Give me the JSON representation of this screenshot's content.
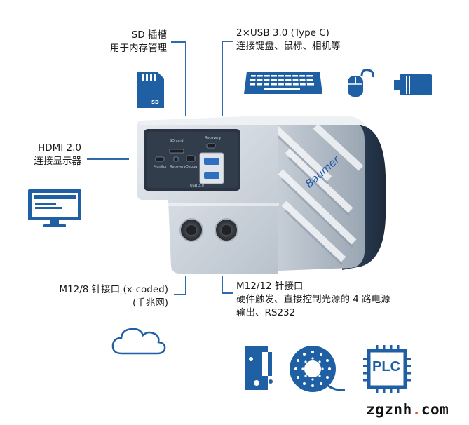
{
  "callouts": {
    "sd": {
      "line1": "SD 插槽",
      "line2": "用于内存管理"
    },
    "usb": {
      "line1": "2×USB 3.0 (Type C)",
      "line2": "连接键盘、鼠标、相机等"
    },
    "hdmi": {
      "line1": "HDMI 2.0",
      "line2": "连接显示器"
    },
    "m12_8": {
      "line1": "M12/8 针接口 (x-coded)",
      "line2": "(千兆网)"
    },
    "m12_12": {
      "line1": "M12/12 针接口",
      "line2": "硬件触发、直接控制光源的 4 路电源",
      "line3": "输出、RS232"
    }
  },
  "device": {
    "brand": "Baumer",
    "port_labels": {
      "sd": "SD card",
      "recovery": "Recovery",
      "monitor": "Monitor",
      "recovery2": "Recovery",
      "debug": "Debug",
      "usb": "USB 3.0"
    }
  },
  "icons": {
    "sd_card_text": "SD",
    "plc_text": "PLC"
  },
  "watermark": {
    "prefix": "zgznh",
    "dot": ".",
    "suffix": "com"
  },
  "colors": {
    "accent": "#2f6ba8",
    "icon": "#1f5fa3",
    "brand": "#1e5aa8",
    "watermark_dot": "#e8500c"
  }
}
